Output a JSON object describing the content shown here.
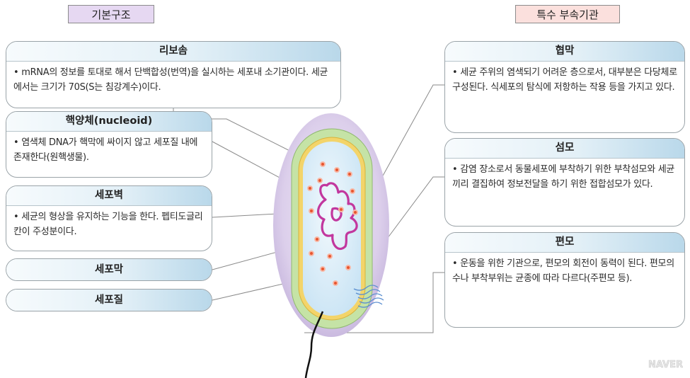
{
  "section_titles": {
    "basic": "기본구조",
    "special": "특수 부속기관"
  },
  "cards": {
    "ribosome": {
      "title": "리보솜",
      "text": "• mRNA의 정보를 토대로 해서 단백합성(번역)을 실시하는 세포내 소기관이다. 세균에서는 크기가 70S(S는 침강계수)이다."
    },
    "nucleoid": {
      "title": "핵양체(nucleoid)",
      "text": "• 염색체 DNA가 핵막에 싸이지 않고 세포질 내에 존재한다(원핵생물)."
    },
    "cell_wall": {
      "title": "세포벽",
      "text": "• 세균의 형상을 유지하는 기능을 한다. 펩티도글리칸이 주성분이다."
    },
    "cell_membrane": {
      "title": "세포막"
    },
    "cytoplasm": {
      "title": "세포질"
    },
    "capsule": {
      "title": "협막",
      "text": "• 세균 주위의 염색되기 어려운 층으로서, 대부분은 다당체로 구성된다. 식세포의 탐식에 저항하는 작용 등을 가지고 있다."
    },
    "pili": {
      "title": "섬모",
      "text": "• 감염 장소로서 동물세포에 부착하기 위한 부착섬모와 세균끼리 결집하여 정보전달을 하기 위한 접합섬모가 있다."
    },
    "flagella": {
      "title": "편모",
      "text": "• 운동을 위한 기관으로, 편모의 회전이 동력이 된다. 편모의 수나 부착부위는 균종에 따라 다르다(주편모 등)."
    }
  },
  "watermark": "NAVER",
  "colors": {
    "capsule": "#d9cde8",
    "cell_wall": "#c5e3a6",
    "membrane": "#f3d46a",
    "cytoplasm": "#cfe7f6",
    "nucleoid": "#c2379e",
    "ribosome": "#e8562f",
    "card_header": "#b9d8ea"
  }
}
